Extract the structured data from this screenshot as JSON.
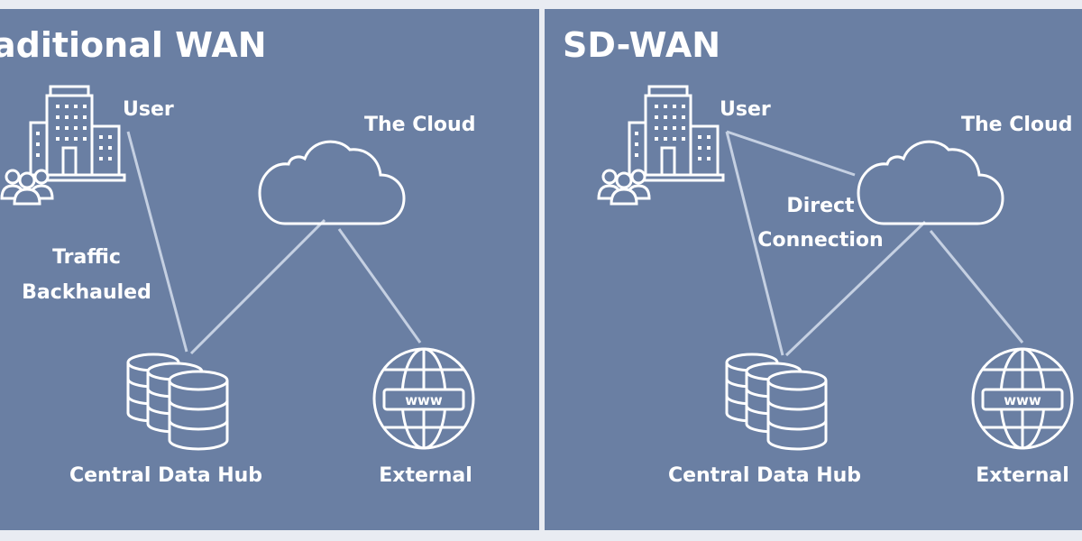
{
  "panels": [
    {
      "title": "aditional WAN",
      "user_label": "User",
      "cloud_label": "The Cloud",
      "side_label_line1": "Traffic",
      "side_label_line2": "Backhauled",
      "hub_label": "Central Data Hub",
      "external_label": "External",
      "globe_text": "www"
    },
    {
      "title": "SD-WAN",
      "user_label": "User",
      "cloud_label": "The Cloud",
      "side_label_line1": "Direct",
      "side_label_line2": "Connection",
      "hub_label": "Central Data Hub",
      "external_label": "External",
      "globe_text": "www"
    }
  ],
  "colors": {
    "panel_bg": "#6a7fa3",
    "page_bg": "#e9ecf2",
    "line": "#c5d0e2",
    "icon": "#ffffff"
  }
}
